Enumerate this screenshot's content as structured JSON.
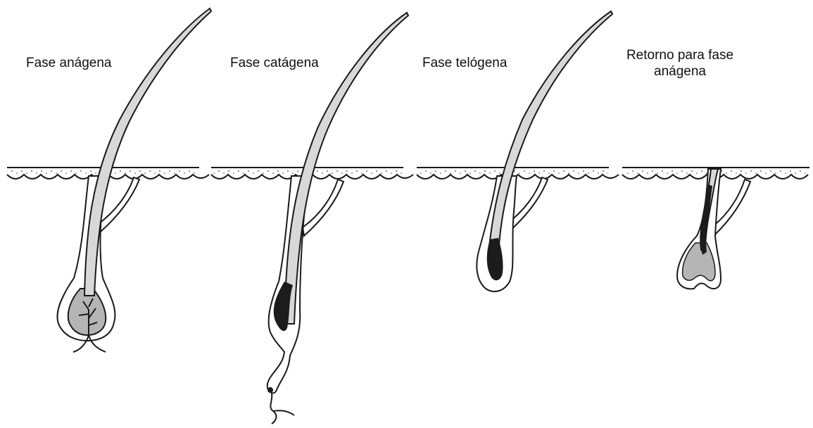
{
  "figure": {
    "panels": [
      {
        "id": "anagen",
        "label": "Fase  anágena"
      },
      {
        "id": "catagen",
        "label": "Fase catágena"
      },
      {
        "id": "telogen",
        "label": "Fase telógena"
      },
      {
        "id": "return",
        "label_line1": "Retorno para fase",
        "label_line2": "anágena"
      }
    ]
  },
  "colors": {
    "ink": "#1a1a1a",
    "hair_shaft": "#d8d8d8",
    "bulb_fill": "#b5b5b5",
    "pigment": "#1c1c1c",
    "background": "#ffffff"
  }
}
